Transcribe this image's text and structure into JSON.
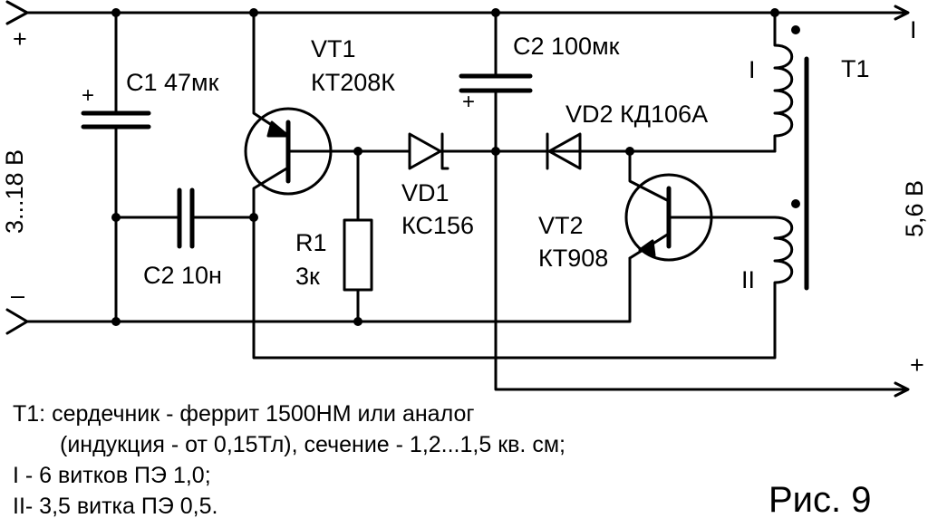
{
  "labels": {
    "vt1_ref": "VT1",
    "vt1_part": "КТ208К",
    "vt2_ref": "VT2",
    "vt2_part": "КТ908",
    "c1": "С1 47мк",
    "c2_top": "С2 100мк",
    "c2_bottom": "С2 10н",
    "r1_ref": "R1",
    "r1_val": "3к",
    "vd1_ref": "VD1",
    "vd1_part": "КС156",
    "vd2": "VD2 КД106А",
    "t1": "Т1",
    "winding1": "I",
    "winding2": "II",
    "input_voltage": "3...18 В",
    "output_voltage": "5,6 В",
    "plus": "+",
    "minus": "–",
    "out_minus": "I"
  },
  "notes": [
    "Т1: сердечник - феррит 1500НМ или аналог",
    "(индукция - от 0,15Тл), сечение - 1,2...1,5 кв. см;",
    "I - 6 витков ПЭ 1,0;",
    "II- 3,5 витка ПЭ 0,5."
  ],
  "figure_caption": "Рис. 9"
}
